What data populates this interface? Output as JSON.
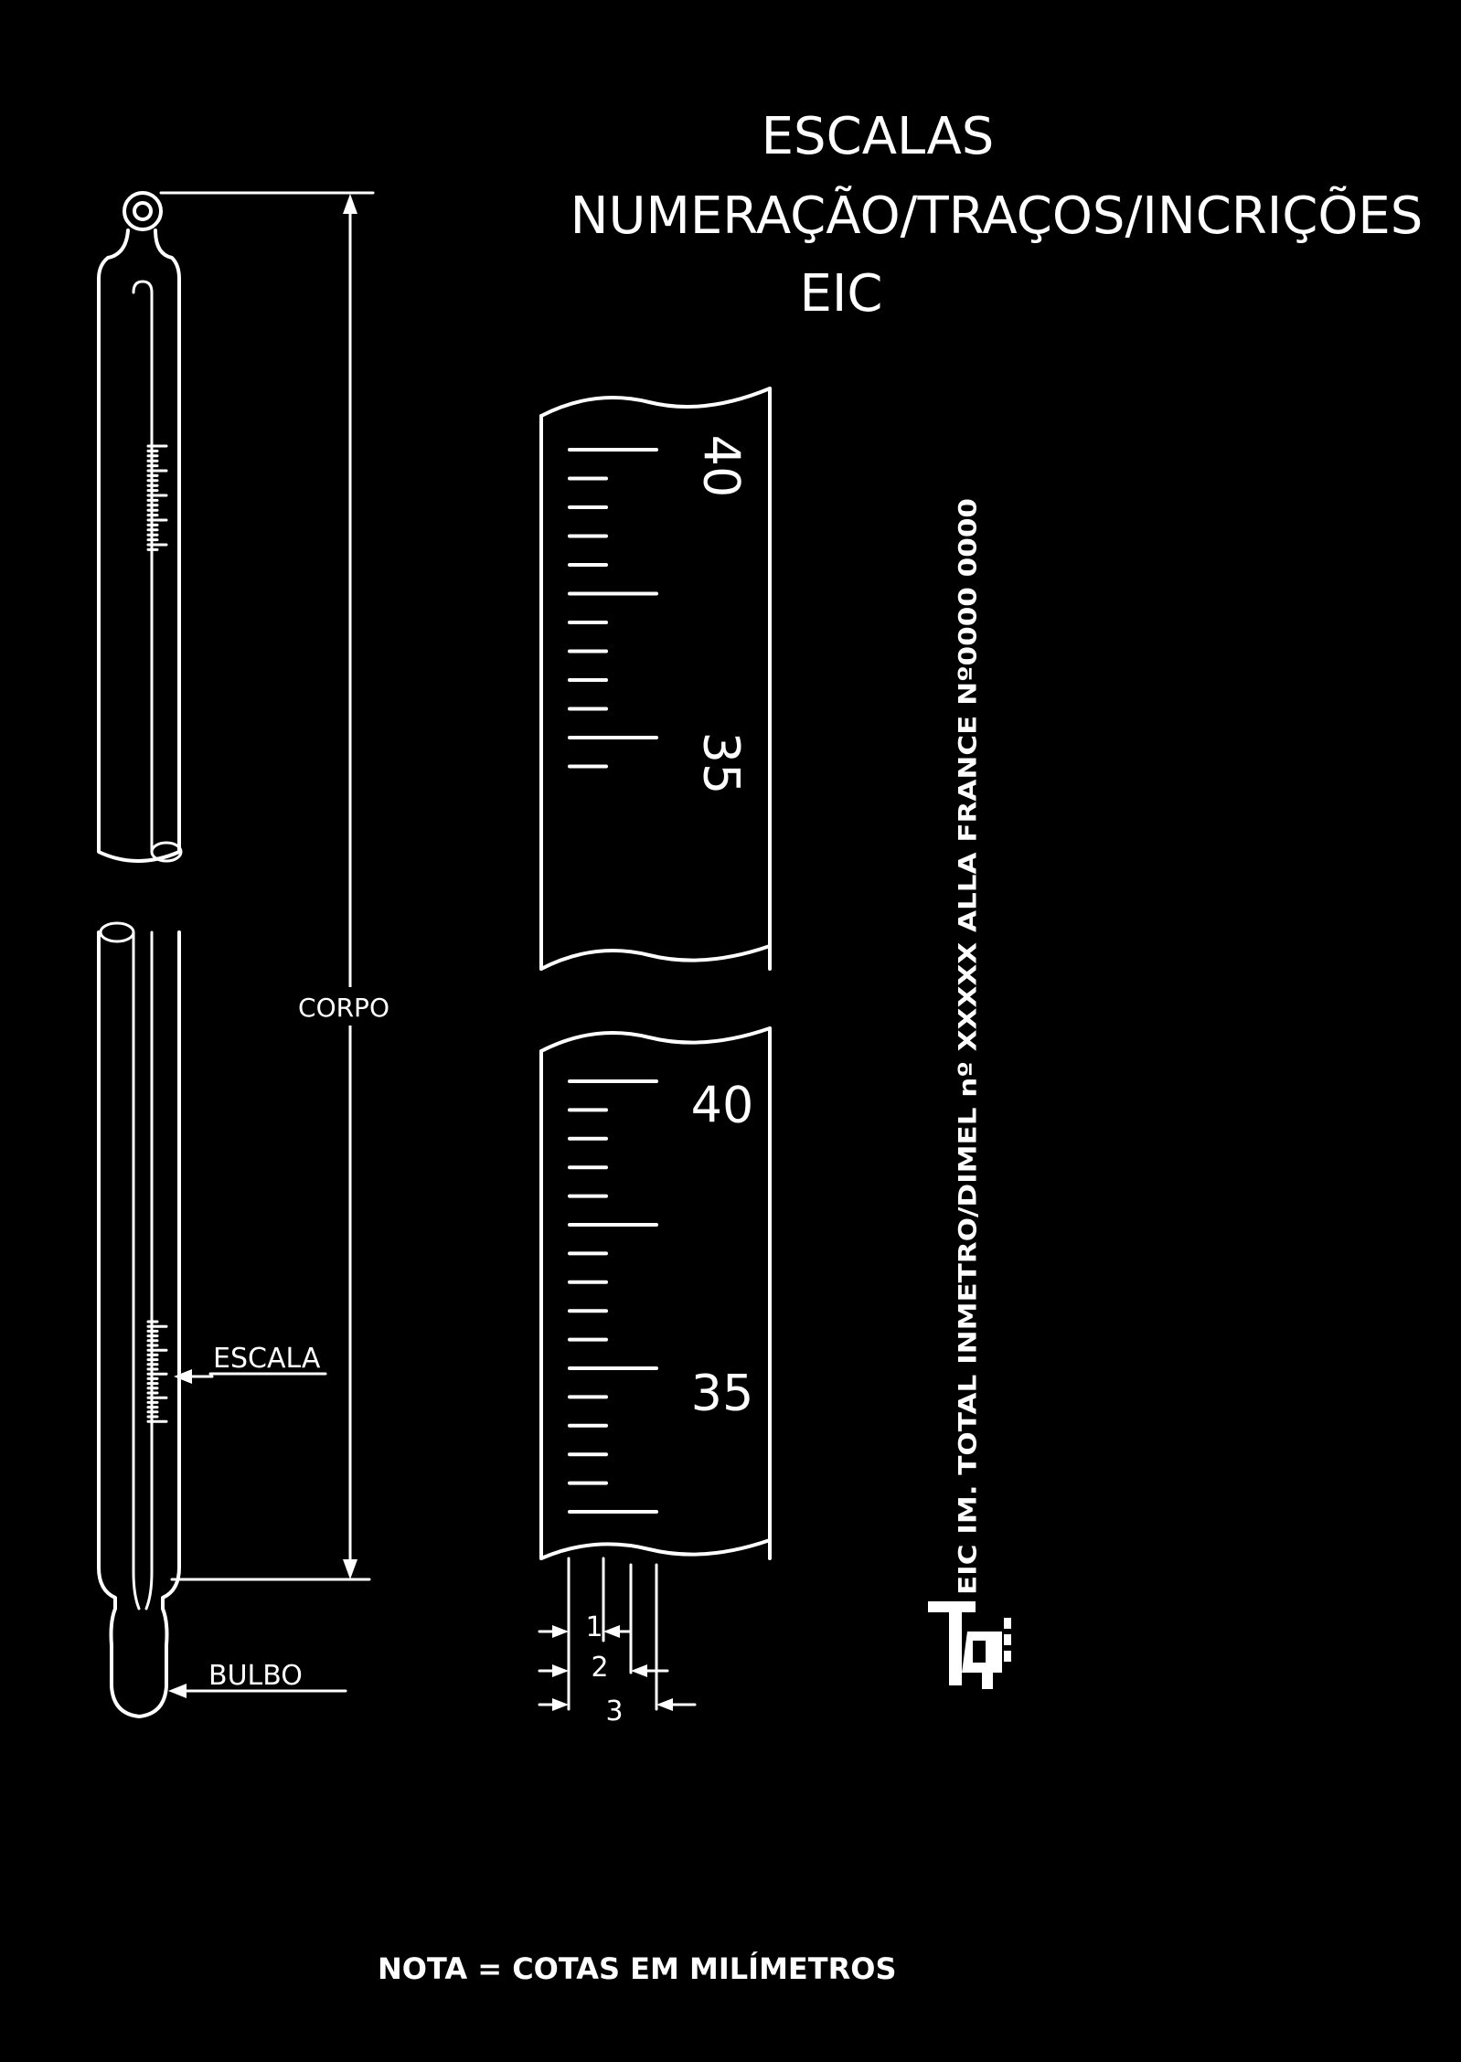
{
  "header": {
    "line1": "ESCALAS",
    "line2": "NUMERAÇÃO/TRAÇOS/INCRIÇÕES",
    "line3": "EIC"
  },
  "labels": {
    "corpo": "CORPO",
    "escala": "ESCALA",
    "bulbo": "BULBO"
  },
  "scale_upper": {
    "label_high": "40",
    "label_low": "35"
  },
  "scale_lower": {
    "label_high": "40",
    "label_low": "35"
  },
  "dimensions": {
    "d1": "1",
    "d2": "2",
    "d3": "3"
  },
  "inscription": {
    "text": "EIC   IM. TOTAL   INMETRO/DIMEL nº  XXXXX   ALLA FRANCE Nº0000 0000"
  },
  "note": "NOTA = COTAS EM MILÍMETROS",
  "colors": {
    "background": "#000000",
    "line": "#ffffff"
  }
}
